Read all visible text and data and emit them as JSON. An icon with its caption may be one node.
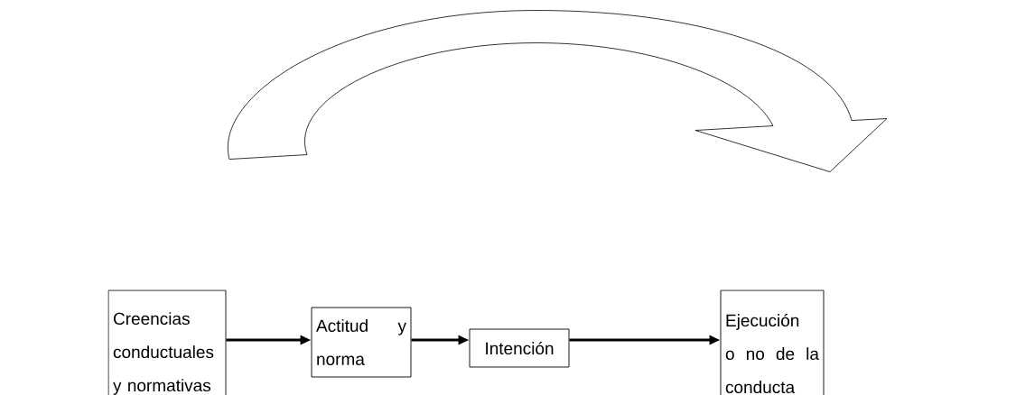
{
  "diagram": {
    "nodes": [
      {
        "text": [
          "Creencias conductuales y normativas"
        ]
      },
      {
        "text": [
          "Actitud y norma"
        ]
      },
      {
        "text": [
          "Intención"
        ]
      },
      {
        "text": [
          "Ejecución o no de la conducta"
        ]
      }
    ],
    "edges": [
      {
        "from": 0,
        "to": 1,
        "arrow": "to"
      },
      {
        "from": 1,
        "to": 2,
        "arrow": "to"
      },
      {
        "from": 2,
        "to": 3,
        "arrow": "to"
      },
      {
        "from": 0,
        "to": 3,
        "arrow": "to"
      }
    ]
  }
}
